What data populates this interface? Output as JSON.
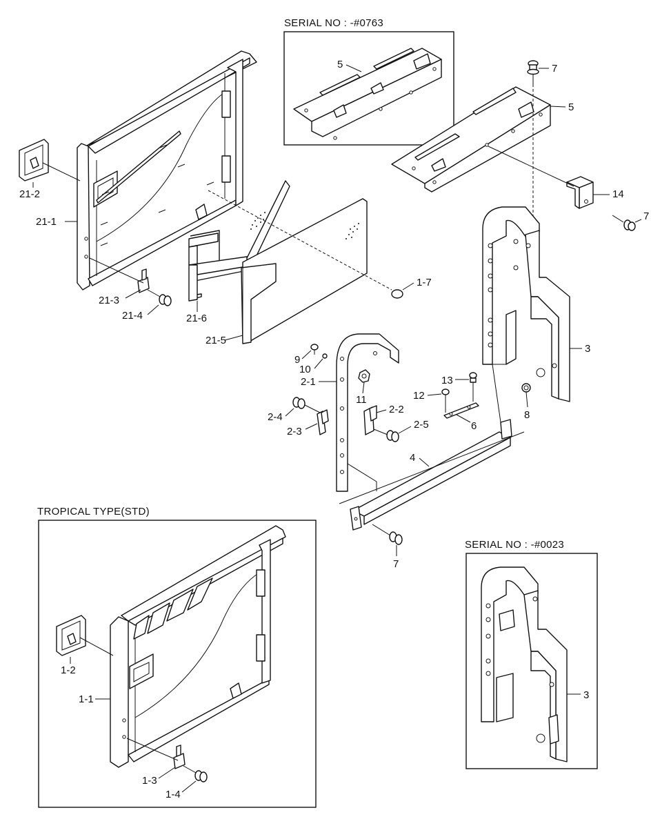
{
  "insets": {
    "serial_0763": "SERIAL NO : -#0763",
    "tropical": "TROPICAL TYPE(STD)",
    "serial_0023": "SERIAL NO : -#0023"
  },
  "labels": {
    "p5_inset": "5",
    "p7_top": "7",
    "p5_main": "5",
    "p14": "14",
    "p7_right": "7",
    "p21_2": "21-2",
    "p21_1": "21-1",
    "p21_3": "21-3",
    "p21_4": "21-4",
    "p21_6": "21-6",
    "p21_5": "21-5",
    "p1_7": "1-7",
    "p3_main": "3",
    "p9": "9",
    "p10": "10",
    "p2_1": "2-1",
    "p11": "11",
    "p13": "13",
    "p12": "12",
    "p8": "8",
    "p2_4": "2-4",
    "p2_2": "2-2",
    "p2_3": "2-3",
    "p2_5": "2-5",
    "p6": "6",
    "p4": "4",
    "p7_bottom": "7",
    "p1_2": "1-2",
    "p1_1": "1-1",
    "p1_3": "1-3",
    "p1_4": "1-4",
    "p3_inset": "3"
  }
}
